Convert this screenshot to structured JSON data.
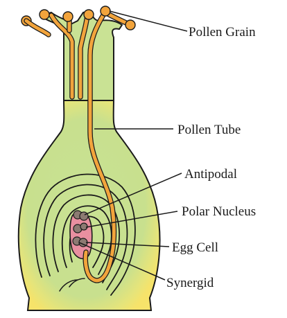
{
  "diagram": {
    "labels": {
      "pollen_grain": "Pollen Grain",
      "pollen_tube": "Pollen Tube",
      "antipodal": "Antipodal",
      "polar_nucleus": "Polar Nucleus",
      "egg_cell": "Egg Cell",
      "synergid": "Synergid"
    },
    "colors": {
      "ovary": "#c9e294",
      "ovary_rim": "#f6e36a",
      "pollen": "#f2a43c",
      "embryo_sac": "#e98fa0",
      "nuclei": "#8c7a72",
      "outline": "#1a1a1a"
    }
  }
}
